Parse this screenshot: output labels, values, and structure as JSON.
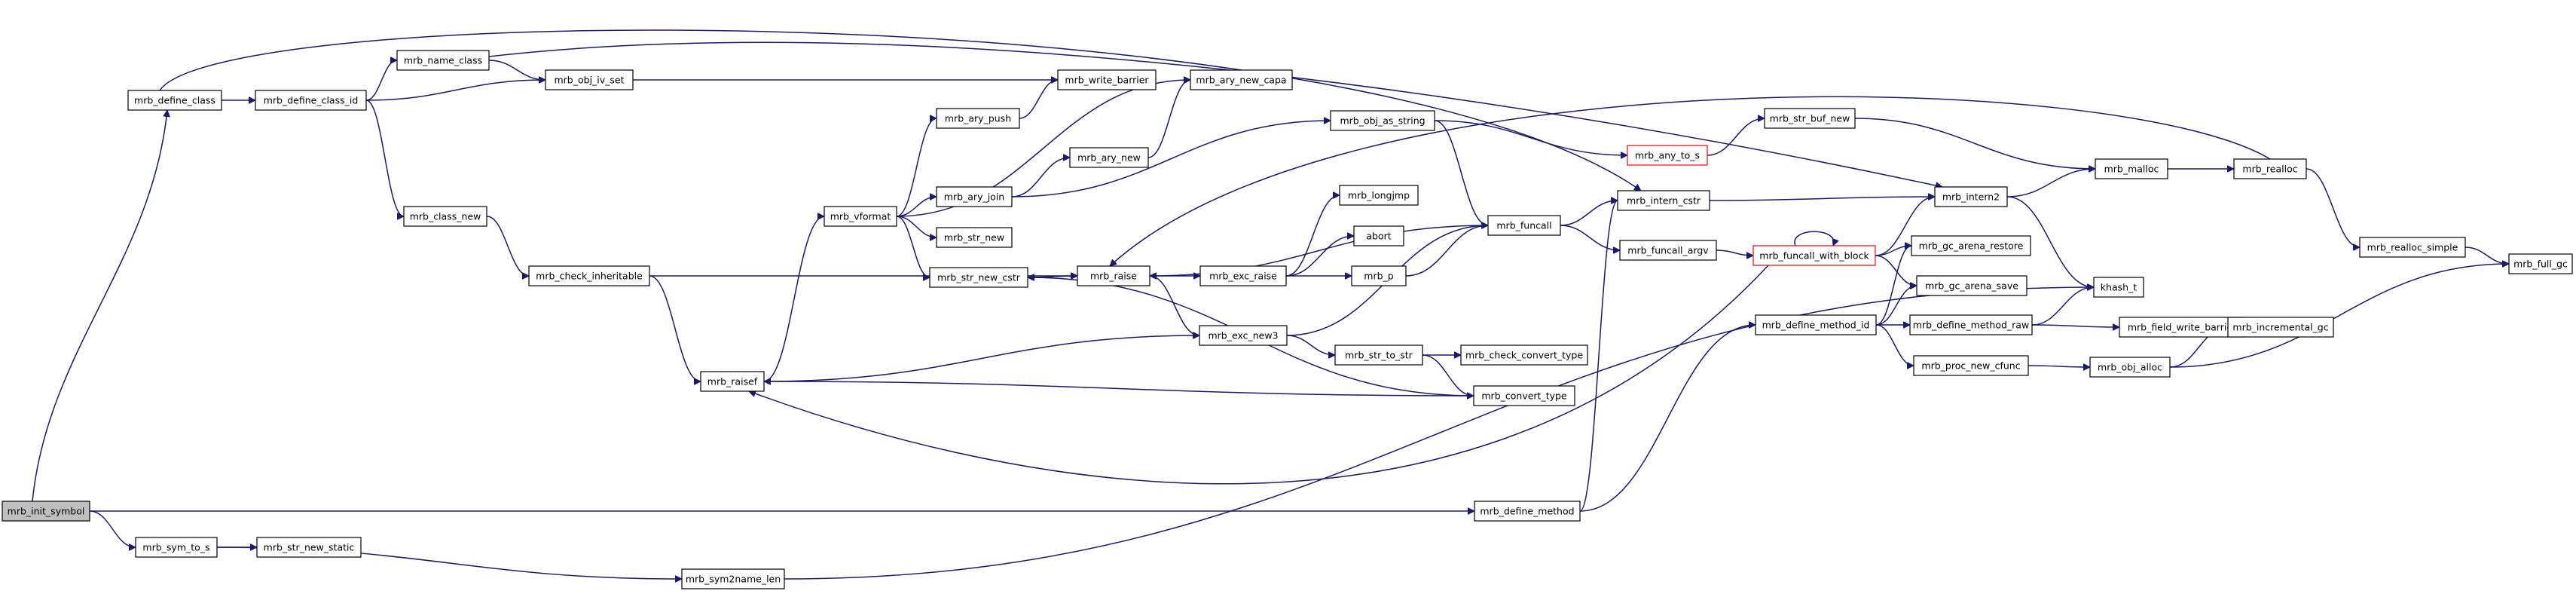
{
  "colors": {
    "edge": "#191970",
    "root_fill": "#bfbfbf",
    "highlight_border": "#ff0000"
  },
  "nodes": {
    "mrb_init_symbol": "mrb_init_symbol",
    "mrb_define_class": "mrb_define_class",
    "mrb_sym_to_s": "mrb_sym_to_s",
    "mrb_define_method": "mrb_define_method",
    "mrb_define_class_id": "mrb_define_class_id",
    "mrb_name_class": "mrb_name_class",
    "mrb_obj_iv_set": "mrb_obj_iv_set",
    "mrb_intern2": "mrb_intern2",
    "mrb_class_new": "mrb_class_new",
    "mrb_check_inheritable": "mrb_check_inheritable",
    "mrb_raise": "mrb_raise",
    "mrb_raisef": "mrb_raisef",
    "mrb_vformat": "mrb_vformat",
    "mrb_exc_new3": "mrb_exc_new3",
    "mrb_ary_push": "mrb_ary_push",
    "mrb_ary_new_capa": "mrb_ary_new_capa",
    "mrb_ary_join": "mrb_ary_join",
    "mrb_str_new": "mrb_str_new",
    "mrb_str_new_cstr": "mrb_str_new_cstr",
    "mrb_write_barrier": "mrb_write_barrier",
    "mrb_ary_new": "mrb_ary_new",
    "mrb_obj_as_string": "mrb_obj_as_string",
    "mrb_exc_raise": "mrb_exc_raise",
    "mrb_str_to_str": "mrb_str_to_str",
    "mrb_longjmp": "mrb_longjmp",
    "abort": "abort",
    "mrb_p": "mrb_p",
    "mrb_check_convert_type": "mrb_check_convert_type",
    "mrb_convert_type": "mrb_convert_type",
    "mrb_funcall": "mrb_funcall",
    "mrb_any_to_s": "mrb_any_to_s",
    "mrb_intern_cstr": "mrb_intern_cstr",
    "mrb_funcall_argv": "mrb_funcall_argv",
    "mrb_str_buf_new": "mrb_str_buf_new",
    "mrb_funcall_with_block": "mrb_funcall_with_block",
    "mrb_define_method_id": "mrb_define_method_id",
    "mrb_malloc": "mrb_malloc",
    "mrb_gc_arena_restore": "mrb_gc_arena_restore",
    "mrb_gc_arena_save": "mrb_gc_arena_save",
    "mrb_define_method_raw": "mrb_define_method_raw",
    "mrb_proc_new_cfunc": "mrb_proc_new_cfunc",
    "khash_t": "khash_t",
    "mrb_field_write_barrier": "mrb_field_write_barrier",
    "mrb_obj_alloc": "mrb_obj_alloc",
    "mrb_incremental_gc": "mrb_incremental_gc",
    "mrb_realloc": "mrb_realloc",
    "mrb_realloc_simple": "mrb_realloc_simple",
    "mrb_full_gc": "mrb_full_gc",
    "mrb_str_new_static": "mrb_str_new_static",
    "mrb_sym2name_len": "mrb_sym2name_len"
  }
}
